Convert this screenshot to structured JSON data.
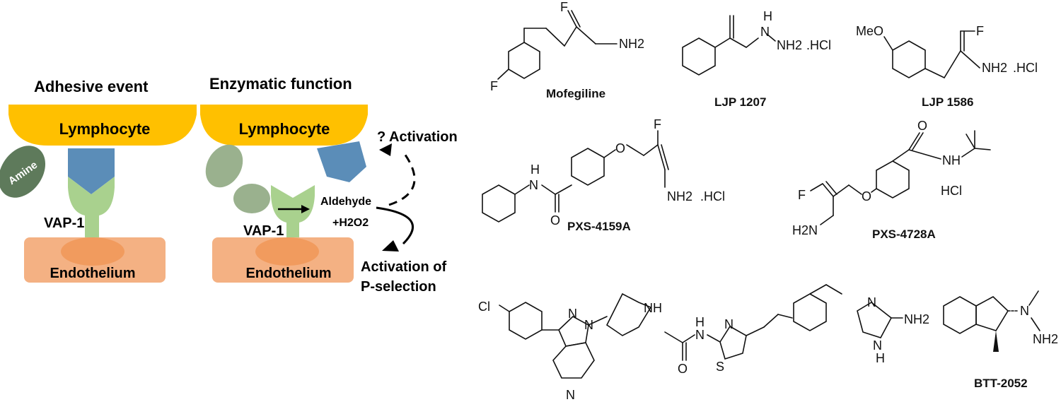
{
  "colors": {
    "lymphocyte": "#FFC000",
    "endothelium": "#F4B183",
    "nucleus": "#F19B5E",
    "vap1": "#A9D18E",
    "receptor": "#5B8DB8",
    "amine": "#9AB18E"
  },
  "diagram": {
    "left": {
      "title": "Adhesive event",
      "lymphocyte": "Lymphocyte",
      "amine": "Amine",
      "vap": "VAP-1",
      "endothelium": "Endothelium"
    },
    "right": {
      "title": "Enzymatic function",
      "lymphocyte": "Lymphocyte",
      "vap": "VAP-1",
      "endothelium": "Endothelium",
      "activation": "? Activation",
      "aldehyde": "Aldehyde",
      "h2o2": "+H2O2",
      "activation_of": "Activation of",
      "p_selection": "P-selection"
    }
  },
  "compounds": {
    "mofegiline": "Mofegiline",
    "ljp1207": "LJP 1207",
    "ljp1586": "LJP 1586",
    "pxs4159a": "PXS-4159A",
    "pxs4728a": "PXS-4728A",
    "btt2052": "BTT-2052"
  },
  "atoms": {
    "F": "F",
    "NH2": "NH2",
    "H": "H",
    "N": "N",
    "NH": "NH",
    "O": "O",
    "HCl": ".HCl",
    "HCl_plain": "HCl",
    "MeO": "MeO",
    "H2N": "H2N",
    "Cl": "Cl",
    "S": "S"
  }
}
